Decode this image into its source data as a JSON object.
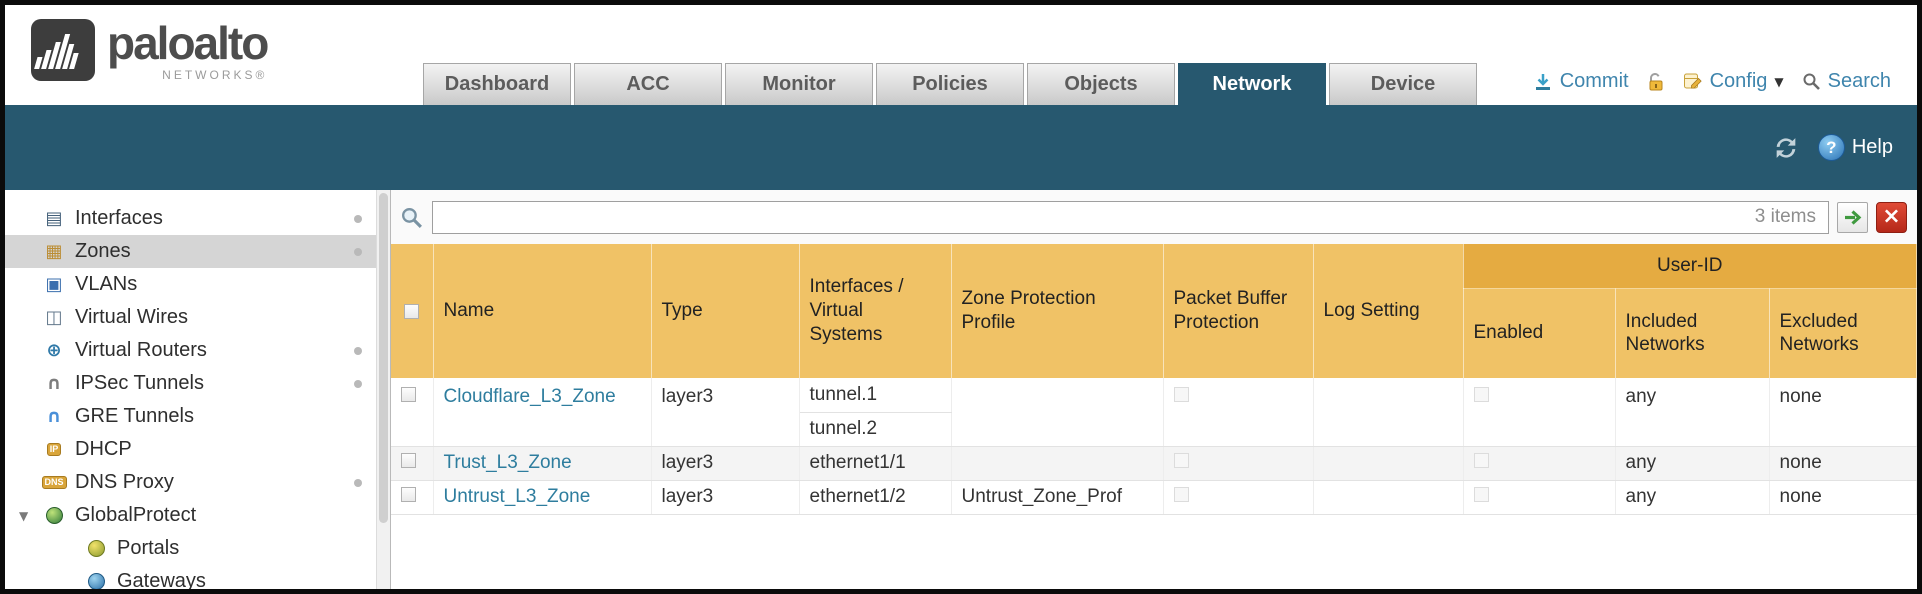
{
  "brand": {
    "name": "paloalto",
    "sub": "NETWORKS®"
  },
  "tabs": [
    {
      "label": "Dashboard"
    },
    {
      "label": "ACC"
    },
    {
      "label": "Monitor"
    },
    {
      "label": "Policies"
    },
    {
      "label": "Objects"
    },
    {
      "label": "Network"
    },
    {
      "label": "Device"
    }
  ],
  "utilities": {
    "commit": "Commit",
    "config": "Config",
    "search": "Search"
  },
  "banner": {
    "help": "Help"
  },
  "glyphs": {
    "caret": "▼",
    "expander": "▼",
    "clear": "×",
    "help": "?",
    "interfaces": "▤",
    "zones": "▦",
    "vlans": "▣",
    "virtual_wires": "◫",
    "virtual_routers": "⊕",
    "ipsec": "∩",
    "gre": "∩"
  },
  "sidebar": {
    "items": [
      {
        "label": "Interfaces"
      },
      {
        "label": "Zones"
      },
      {
        "label": "VLANs"
      },
      {
        "label": "Virtual Wires"
      },
      {
        "label": "Virtual Routers"
      },
      {
        "label": "IPSec Tunnels"
      },
      {
        "label": "GRE Tunnels"
      },
      {
        "label": "DHCP",
        "badge": "IP"
      },
      {
        "label": "DNS Proxy",
        "badge": "DNS"
      },
      {
        "label": "GlobalProtect"
      },
      {
        "label": "Portals"
      },
      {
        "label": "Gateways"
      }
    ]
  },
  "filter": {
    "count": "3 items",
    "value": ""
  },
  "table": {
    "group_header": "User-ID",
    "columns": {
      "name": "Name",
      "type": "Type",
      "interfaces": "Interfaces / Virtual Systems",
      "zone_protection": "Zone Protection Profile",
      "packet_buffer": "Packet Buffer Protection",
      "log_setting": "Log Setting",
      "enabled": "Enabled",
      "included": "Included Networks",
      "excluded": "Excluded Networks"
    },
    "rows": [
      {
        "name": "Cloudflare_L3_Zone",
        "type": "layer3",
        "interfaces": [
          "tunnel.1",
          "tunnel.2"
        ],
        "zone_protection": "",
        "log_setting": "",
        "included": "any",
        "excluded": "none"
      },
      {
        "name": "Trust_L3_Zone",
        "type": "layer3",
        "interfaces": [
          "ethernet1/1"
        ],
        "zone_protection": "",
        "log_setting": "",
        "included": "any",
        "excluded": "none"
      },
      {
        "name": "Untrust_L3_Zone",
        "type": "layer3",
        "interfaces": [
          "ethernet1/2"
        ],
        "zone_protection": "Untrust_Zone_Prof",
        "log_setting": "",
        "included": "any",
        "excluded": "none"
      }
    ]
  },
  "colors": {
    "banner_teal": "#27586f",
    "header_gold": "#f0c266",
    "group_gold": "#e5ab41",
    "link_teal": "#2e7d9e"
  }
}
